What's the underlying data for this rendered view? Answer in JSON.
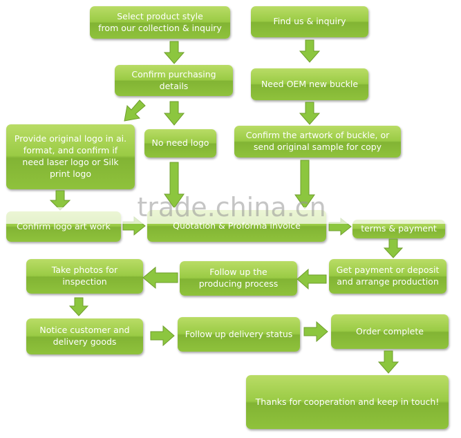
{
  "colors": {
    "box_top": "#b9dc66",
    "box_bottom": "#82b434",
    "arrow": "#8cc63f",
    "text": "#ffffff"
  },
  "boxes": {
    "select_style": "Select product style\nfrom our collection & inquiry",
    "find_us": "Find us & inquiry",
    "confirm_purchasing": "Confirm purchasing details",
    "need_oem": "Need OEM  new buckle",
    "provide_logo": "Provide  original logo in ai.\nformat, and confirm if\nneed laser logo or Silk\nprint logo",
    "no_logo": "No need logo",
    "confirm_artwork": "Confirm the artwork of buckle, or\nsend original sample for copy",
    "confirm_logo_artwork": "Confirm  logo art work",
    "quotation": "Quotation  & Proforma invoice",
    "terms_payment": "terms & payment",
    "take_photos": "Take photos for\ninspection",
    "follow_producing": "Follow up the\nproducing process",
    "get_payment": "Get payment or deposit\nand arrange production",
    "notice_customer": "Notice customer and\ndelivery goods",
    "follow_delivery": "Follow up delivery status",
    "order_complete": "Order complete",
    "thanks": "Thanks for cooperation and keep in touch!"
  },
  "watermark": "trade.china.cn"
}
